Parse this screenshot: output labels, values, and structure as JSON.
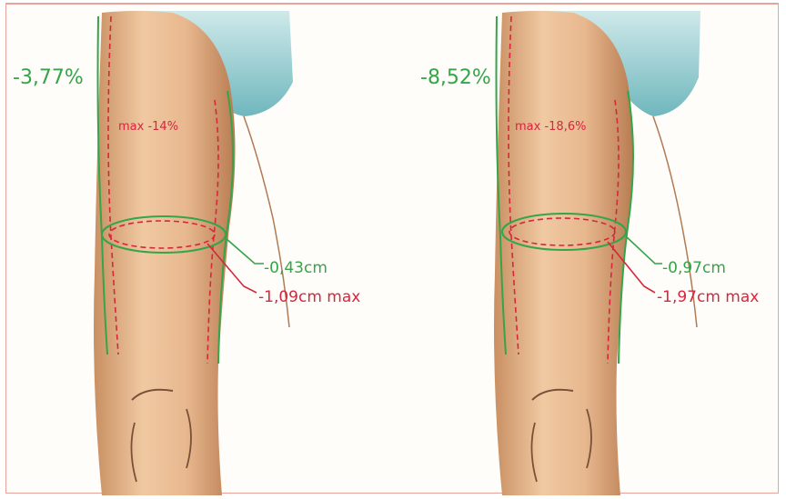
{
  "left": {
    "percent_total": "-3,77%",
    "percent_max": "max -14%",
    "circ_change": "-0,43cm",
    "circ_max": "-1,09cm max"
  },
  "right": {
    "percent_total": "-8,52%",
    "percent_max": "max -18,6%",
    "circ_change": "-0,97cm",
    "circ_max": "-1,97cm max"
  },
  "colors": {
    "green": "#35a44a",
    "red": "#d7263d",
    "skin": "#e6b589",
    "garment": "#9fd0d3"
  }
}
